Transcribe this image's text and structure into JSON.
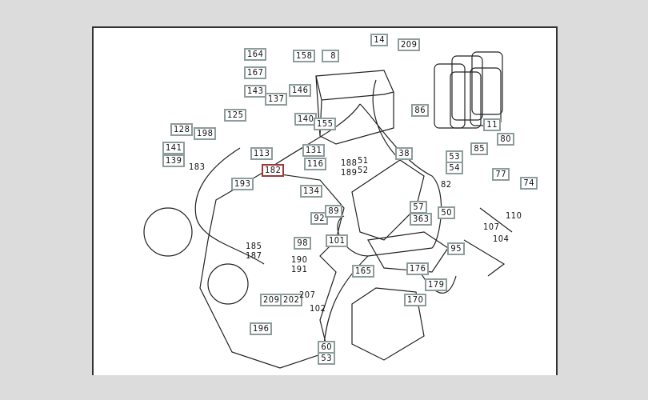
{
  "diagram": {
    "selected_part": "182",
    "callouts": [
      {
        "id": "164"
      },
      {
        "id": "167"
      },
      {
        "id": "143"
      },
      {
        "id": "137"
      },
      {
        "id": "158"
      },
      {
        "id": "8"
      },
      {
        "id": "146"
      },
      {
        "id": "125"
      },
      {
        "id": "140"
      },
      {
        "id": "155"
      },
      {
        "id": "128"
      },
      {
        "id": "198"
      },
      {
        "id": "141"
      },
      {
        "id": "139"
      },
      {
        "id": "113"
      },
      {
        "id": "131"
      },
      {
        "id": "116"
      },
      {
        "id": "182"
      },
      {
        "id": "193"
      },
      {
        "id": "134"
      },
      {
        "id": "14"
      },
      {
        "id": "209"
      },
      {
        "id": "86"
      },
      {
        "id": "11"
      },
      {
        "id": "80"
      },
      {
        "id": "38"
      },
      {
        "id": "53"
      },
      {
        "id": "54"
      },
      {
        "id": "85"
      },
      {
        "id": "77"
      },
      {
        "id": "74"
      },
      {
        "id": "92"
      },
      {
        "id": "89"
      },
      {
        "id": "57"
      },
      {
        "id": "363"
      },
      {
        "id": "50"
      },
      {
        "id": "101"
      },
      {
        "id": "98"
      },
      {
        "id": "95"
      },
      {
        "id": "165"
      },
      {
        "id": "176"
      },
      {
        "id": "179"
      },
      {
        "id": "209"
      },
      {
        "id": "202"
      },
      {
        "id": "170"
      },
      {
        "id": "196"
      },
      {
        "id": "60"
      },
      {
        "id": "53"
      }
    ],
    "plain_labels": [
      {
        "id": "183"
      },
      {
        "id": "188"
      },
      {
        "id": "189"
      },
      {
        "id": "51"
      },
      {
        "id": "52"
      },
      {
        "id": "82"
      },
      {
        "id": "110"
      },
      {
        "id": "107"
      },
      {
        "id": "104"
      },
      {
        "id": "185"
      },
      {
        "id": "187"
      },
      {
        "id": "190"
      },
      {
        "id": "191"
      },
      {
        "id": "207"
      },
      {
        "id": "102"
      }
    ],
    "colors": {
      "callout_border": "#8e9c9c",
      "selected_border": "#a03838",
      "background": "#dcdcdc"
    }
  }
}
